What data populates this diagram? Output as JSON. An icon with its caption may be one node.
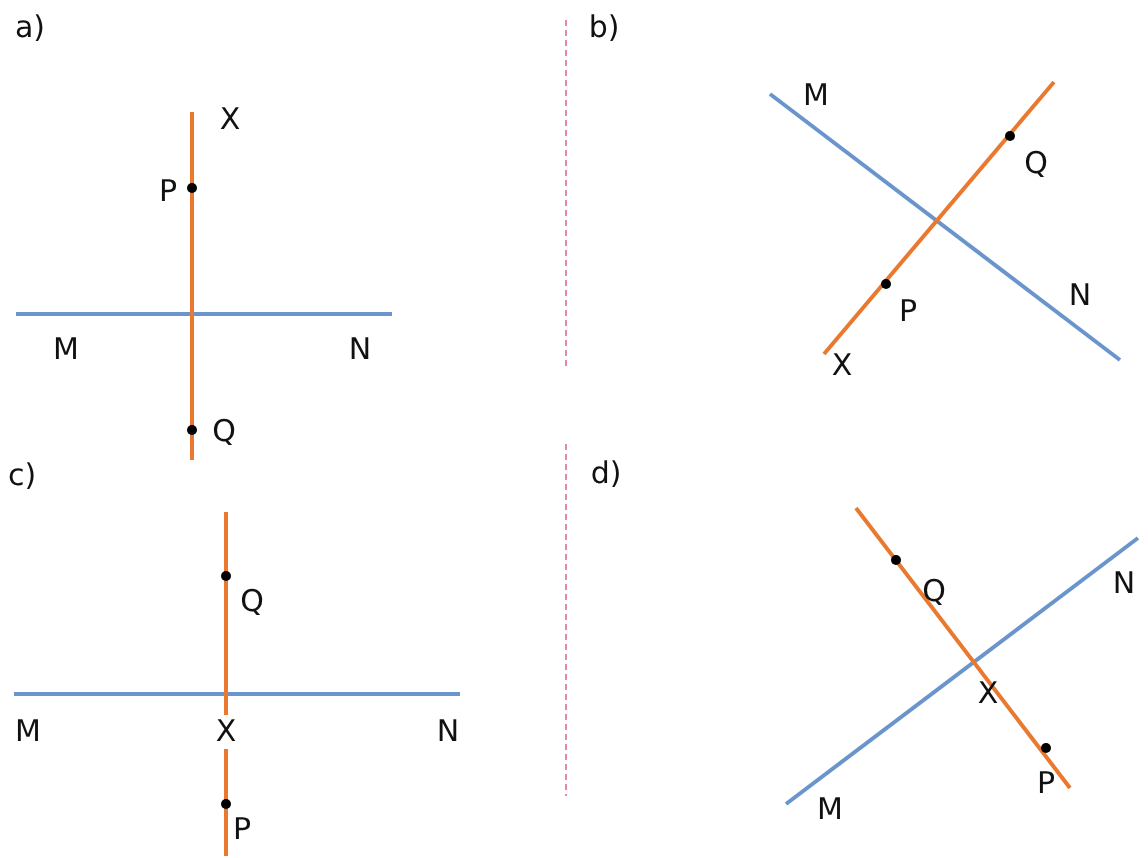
{
  "diagram": {
    "labels": [
      "a)",
      "X",
      "P",
      "M",
      "N",
      "Q",
      "b)",
      "M",
      "Q",
      "N",
      "P",
      "X",
      "c)",
      "Q",
      "M",
      "X",
      "N",
      "P",
      "d)",
      "Q",
      "N",
      "X",
      "P",
      "M"
    ]
  }
}
